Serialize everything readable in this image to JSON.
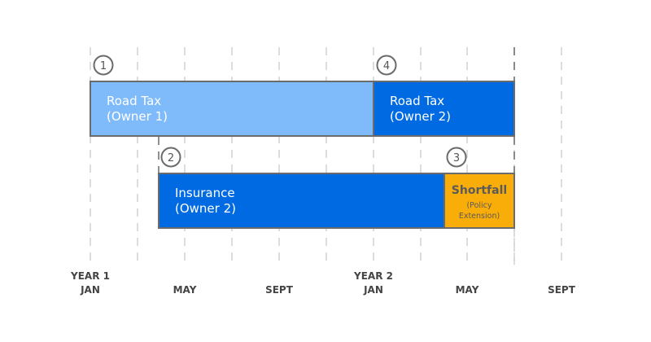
{
  "timeline": {
    "ticks": [
      {
        "line1": "YEAR 1",
        "line2": "JAN",
        "dash": true
      },
      {
        "line1": "",
        "line2": "",
        "dash": true
      },
      {
        "line1": "",
        "line2": "MAY",
        "dash": true
      },
      {
        "line1": "",
        "line2": "",
        "dash": true
      },
      {
        "line1": "",
        "line2": "SEPT",
        "dash": true
      },
      {
        "line1": "",
        "line2": "",
        "dash": true
      },
      {
        "line1": "YEAR 2",
        "line2": "JAN",
        "dash": true
      },
      {
        "line1": "",
        "line2": "",
        "dash": true
      },
      {
        "line1": "",
        "line2": "MAY",
        "dash": true
      },
      {
        "line1": "",
        "line2": "",
        "dash": true
      },
      {
        "line1": "",
        "line2": "SEPT",
        "dash": true
      }
    ]
  },
  "bars": {
    "road_tax_owner1": {
      "line1": "Road Tax",
      "line2": "(Owner 1)",
      "color": "#7fbbfb"
    },
    "road_tax_owner2": {
      "line1": "Road Tax",
      "line2": "(Owner 2)",
      "color": "#006ae2"
    },
    "insurance_owner2": {
      "line1": "Insurance",
      "line2": "(Owner 2)",
      "color": "#006ae2"
    },
    "shortfall": {
      "title": "Shortfall",
      "line1": "(Policy",
      "line2": "Extension)",
      "color": "#f9ad09"
    }
  },
  "markers": {
    "m1": "1",
    "m2": "2",
    "m3": "3",
    "m4": "4"
  },
  "colors": {
    "outline": "#6b6b6b",
    "grid": "#d0d0d0",
    "axis_text": "#444444",
    "shortfall_text": "#5a5a5a"
  }
}
